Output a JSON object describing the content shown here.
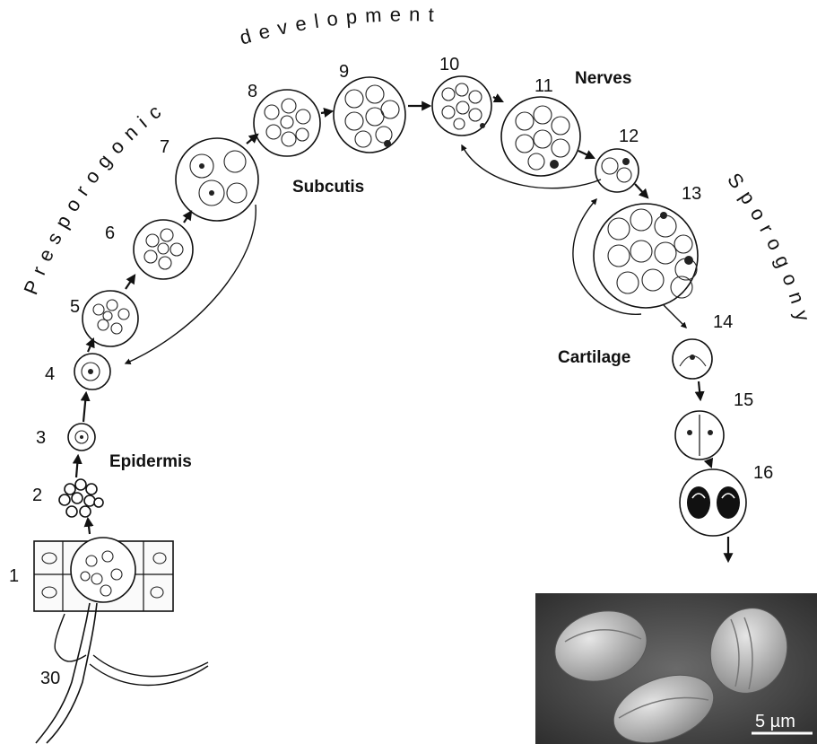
{
  "arc_labels": {
    "presporogonic": "Presporogonic",
    "development": "development",
    "sporogony": "Sporogony"
  },
  "tissues": {
    "epidermis": "Epidermis",
    "subcutis": "Subcutis",
    "nerves": "Nerves",
    "cartilage": "Cartilage"
  },
  "stages": [
    "1",
    "2",
    "3",
    "4",
    "5",
    "6",
    "7",
    "8",
    "9",
    "10",
    "11",
    "12",
    "13",
    "14",
    "15",
    "16"
  ],
  "stage_30": "30",
  "scale_bar": "5 µm"
}
